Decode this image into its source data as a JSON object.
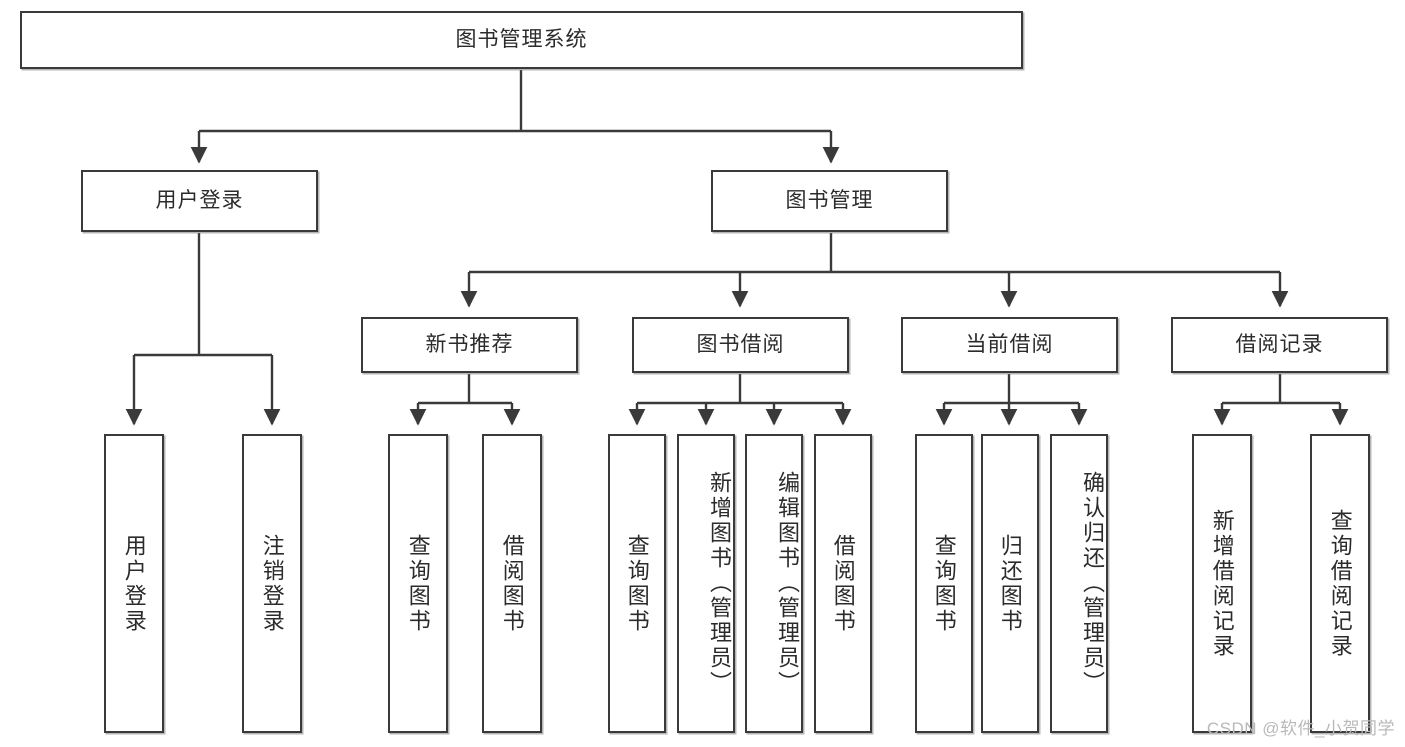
{
  "diagram": {
    "type": "tree-hierarchy",
    "root": {
      "id": "root",
      "label": "图书管理系统"
    },
    "level2": [
      {
        "id": "user-login",
        "label": "用户登录"
      },
      {
        "id": "book-management",
        "label": "图书管理"
      }
    ],
    "level3": [
      {
        "id": "new-book-recommend",
        "label": "新书推荐",
        "parent": "book-management"
      },
      {
        "id": "book-borrow",
        "label": "图书借阅",
        "parent": "book-management"
      },
      {
        "id": "current-borrow",
        "label": "当前借阅",
        "parent": "book-management"
      },
      {
        "id": "borrow-record",
        "label": "借阅记录",
        "parent": "book-management"
      }
    ],
    "leaves": {
      "user_login": [
        {
          "id": "leaf-user-login",
          "label": "用户登录"
        },
        {
          "id": "leaf-user-logout",
          "label": "注销登录"
        }
      ],
      "new_book_recommend": [
        {
          "id": "leaf-query-book-1",
          "label": "查询图书"
        },
        {
          "id": "leaf-borrow-book-1",
          "label": "借阅图书"
        }
      ],
      "book_borrow": [
        {
          "id": "leaf-query-book-2",
          "label": "查询图书"
        },
        {
          "id": "leaf-add-book",
          "label": "新增图书（管理员）"
        },
        {
          "id": "leaf-edit-book",
          "label": "编辑图书（管理员）"
        },
        {
          "id": "leaf-borrow-book-2",
          "label": "借阅图书"
        }
      ],
      "current_borrow": [
        {
          "id": "leaf-query-book-3",
          "label": "查询图书"
        },
        {
          "id": "leaf-return-book",
          "label": "归还图书"
        },
        {
          "id": "leaf-confirm-return",
          "label": "确认归还（管理员）"
        }
      ],
      "borrow_record": [
        {
          "id": "leaf-add-record",
          "label": "新增借阅记录"
        },
        {
          "id": "leaf-query-record",
          "label": "查询借阅记录"
        }
      ]
    },
    "colors": {
      "line": "#3a3a3a",
      "box_border": "#3a3a3a",
      "box_fill": "#ffffff",
      "text": "#2b2b2b",
      "watermark": "#b9b9b9",
      "background": "#ffffff"
    }
  },
  "watermark": {
    "text": "CSDN @软件_小贺同学"
  }
}
